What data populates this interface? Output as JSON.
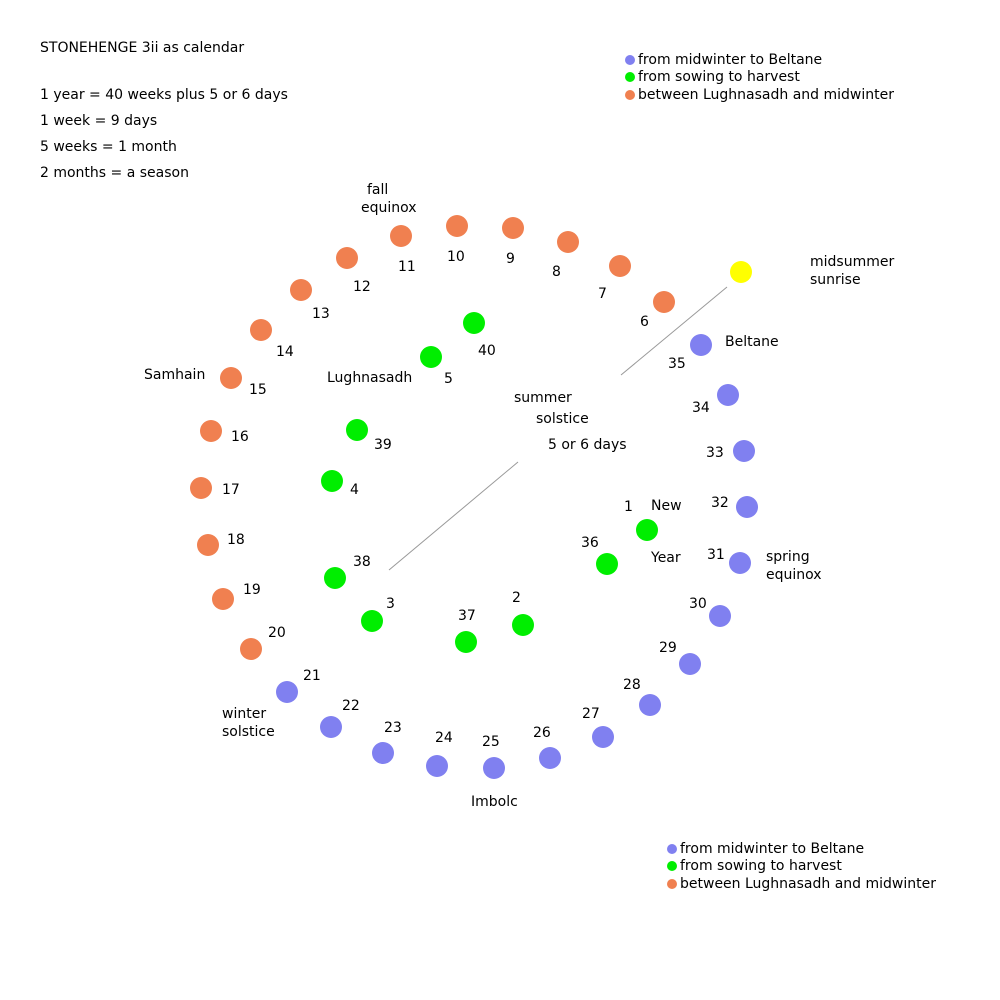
{
  "title": "STONEHENGE 3ii as calendar",
  "facts": [
    "1 year = 40 weeks plus 5 or 6 days",
    "1 week = 9 days",
    "5 weeks = 1 month",
    "2 months = a season"
  ],
  "colors": {
    "midwinter_to_beltane": "#8080f0",
    "sowing_to_harvest": "#00ee00",
    "lughnasadh_to_midwinter": "#f08050",
    "midsummer_sunrise": "#ffff00"
  },
  "legend_items": [
    {
      "label": "from midwinter to Beltane",
      "color": "#8080f0"
    },
    {
      "label": "from sowing to harvest",
      "color": "#00ee00"
    },
    {
      "label": "between Lughnasadh and midwinter",
      "color": "#f08050"
    }
  ],
  "center_labels": {
    "line1": "summer",
    "line2": "solstice",
    "days": "5 or 6 days"
  },
  "landmarks": {
    "midsummer": [
      "midsummer",
      "sunrise"
    ],
    "beltane": "Beltane",
    "spring": [
      "spring",
      "equinox"
    ],
    "imbolc": "Imbolc",
    "winter": [
      "winter",
      "solstice"
    ],
    "samhain": "Samhain",
    "fall": [
      "fall",
      "equinox"
    ],
    "lughnasadh": "Lughnasadh",
    "new_year": [
      "New",
      "Year"
    ]
  },
  "weeks": [
    {
      "n": "1",
      "group": "green"
    },
    {
      "n": "2",
      "group": "green"
    },
    {
      "n": "3",
      "group": "green"
    },
    {
      "n": "4",
      "group": "green"
    },
    {
      "n": "5",
      "group": "green"
    },
    {
      "n": "6",
      "group": "orange"
    },
    {
      "n": "7",
      "group": "orange"
    },
    {
      "n": "8",
      "group": "orange"
    },
    {
      "n": "9",
      "group": "orange"
    },
    {
      "n": "10",
      "group": "orange"
    },
    {
      "n": "11",
      "group": "orange"
    },
    {
      "n": "12",
      "group": "orange"
    },
    {
      "n": "13",
      "group": "orange"
    },
    {
      "n": "14",
      "group": "orange"
    },
    {
      "n": "15",
      "group": "orange"
    },
    {
      "n": "16",
      "group": "orange"
    },
    {
      "n": "17",
      "group": "orange"
    },
    {
      "n": "18",
      "group": "orange"
    },
    {
      "n": "19",
      "group": "orange"
    },
    {
      "n": "20",
      "group": "orange"
    },
    {
      "n": "21",
      "group": "blue"
    },
    {
      "n": "22",
      "group": "blue"
    },
    {
      "n": "23",
      "group": "blue"
    },
    {
      "n": "24",
      "group": "blue"
    },
    {
      "n": "25",
      "group": "blue"
    },
    {
      "n": "26",
      "group": "blue"
    },
    {
      "n": "27",
      "group": "blue"
    },
    {
      "n": "28",
      "group": "blue"
    },
    {
      "n": "29",
      "group": "blue"
    },
    {
      "n": "30",
      "group": "blue"
    },
    {
      "n": "31",
      "group": "blue"
    },
    {
      "n": "32",
      "group": "blue"
    },
    {
      "n": "33",
      "group": "blue"
    },
    {
      "n": "34",
      "group": "blue"
    },
    {
      "n": "35",
      "group": "blue"
    },
    {
      "n": "36",
      "group": "green"
    },
    {
      "n": "37",
      "group": "green"
    },
    {
      "n": "38",
      "group": "green"
    },
    {
      "n": "39",
      "group": "green"
    },
    {
      "n": "40",
      "group": "green"
    }
  ]
}
